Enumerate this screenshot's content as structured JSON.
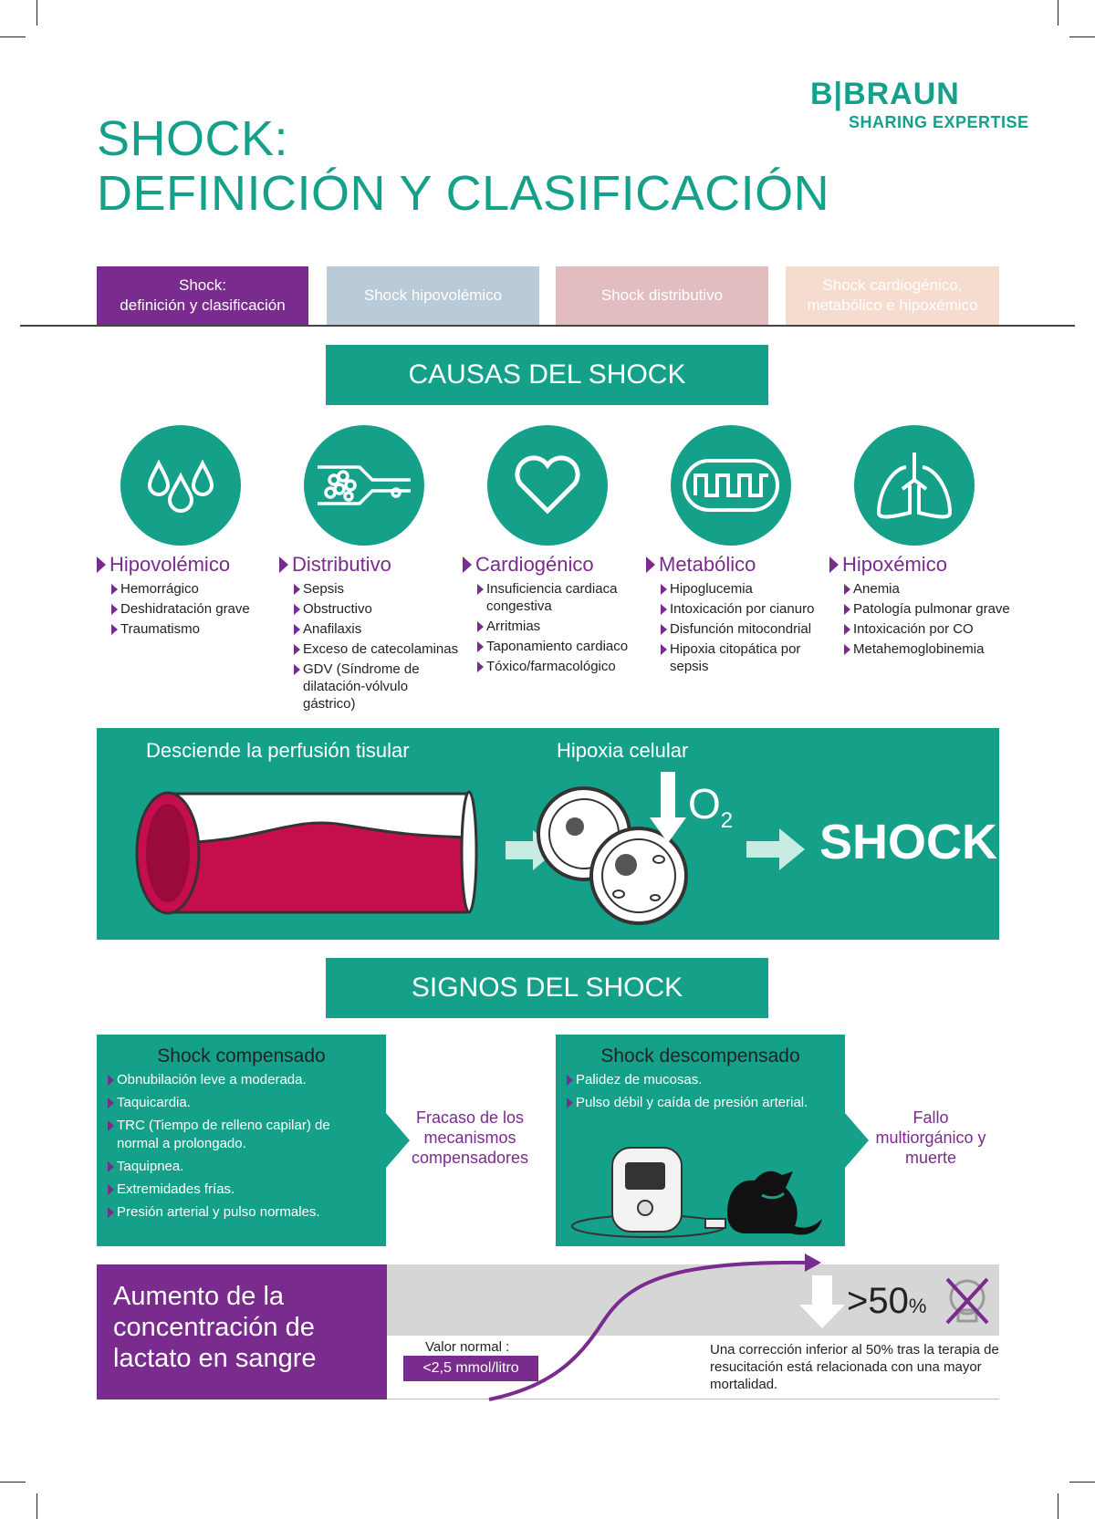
{
  "brand": {
    "name": "B|BRAUN",
    "tagline": "SHARING EXPERTISE"
  },
  "title": {
    "line1": "SHOCK:",
    "line2": "DEFINICIÓN Y CLASIFICACIÓN"
  },
  "tabs": [
    {
      "label": "Shock:\ndefinición y clasificación",
      "color": "#7a2b8e",
      "active": true
    },
    {
      "label": "Shock hipovolémico",
      "color": "#b9cad9"
    },
    {
      "label": "Shock distributivo",
      "color": "#e3bcc0"
    },
    {
      "label": "Shock cardiogénico,\nmetabólico e hipoxémico",
      "color": "#f6dccf"
    }
  ],
  "causes": {
    "heading": "CAUSAS DEL SHOCK",
    "items": [
      {
        "icon": "water-drops-icon",
        "title": "Hipovolémico",
        "list": [
          "Hemorrágico",
          "Deshidratación grave",
          "Traumatismo"
        ]
      },
      {
        "icon": "blood-vessel-icon",
        "title": "Distributivo",
        "list": [
          "Sepsis",
          "Obstructivo",
          "Anafilaxis",
          "Exceso de catecolaminas",
          "GDV (Síndrome de dilatación-vólvulo gástrico)"
        ]
      },
      {
        "icon": "heart-icon",
        "title": "Cardiogénico",
        "list": [
          "Insuficiencia cardiaca congestiva",
          "Arritmias",
          "Taponamiento cardiaco",
          "Tóxico/farmacológico"
        ]
      },
      {
        "icon": "mitochondria-icon",
        "title": "Metabólico",
        "list": [
          "Hipoglucemia",
          "Intoxicación por cianuro",
          "Disfunción mitocondrial",
          "Hipoxia citopática por sepsis"
        ]
      },
      {
        "icon": "lungs-icon",
        "title": "Hipoxémico",
        "list": [
          "Anemia",
          "Patología pulmonar grave",
          "Intoxicación por CO",
          "Metahemoglobinemia"
        ]
      }
    ]
  },
  "flow": {
    "label1": "Desciende la perfusión tisular",
    "label2": "Hipoxia celular",
    "o2": "O",
    "o2_sub": "2",
    "result": "SHOCK"
  },
  "signs": {
    "heading": "SIGNOS DEL SHOCK",
    "compensated": {
      "title": "Shock compensado",
      "list": [
        "Obnubilación leve a moderada.",
        "Taquicardia.",
        "TRC (Tiempo de relleno capilar) de normal a prolongado.",
        "Taquipnea.",
        "Extremidades frías.",
        "Presión arterial y pulso normales."
      ]
    },
    "failure_text": "Fracaso de los mecanismos compensadores",
    "decompensated": {
      "title": "Shock descompensado",
      "list": [
        "Palidez de mucosas.",
        "Pulso débil y caída de presión arterial."
      ]
    },
    "outcome_text": "Fallo multiorgánico y muerte"
  },
  "lactate": {
    "title": "Aumento de la concentración de lactato en sangre",
    "normal_label": "Valor normal :",
    "normal_value": "<2,5 mmol/litro",
    "percent": ">50",
    "percent_unit": "%",
    "note": "Una corrección inferior al 50% tras la terapia de resucitación está relacionada con una mayor mortalidad."
  }
}
